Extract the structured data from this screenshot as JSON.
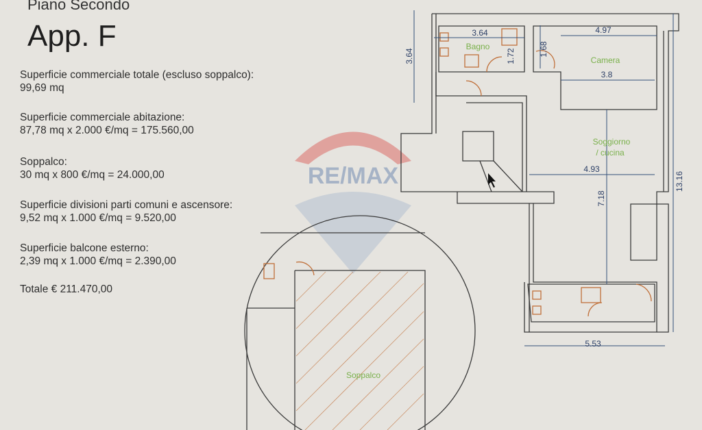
{
  "header": {
    "floor": "Piano Secondo",
    "apartment": "App. F"
  },
  "summary": [
    {
      "label": "Superficie commerciale totale (escluso soppalco):",
      "value": "99,69 mq"
    },
    {
      "label": "Superficie commerciale abitazione:",
      "value": "87,78 mq x 2.000 €/mq = 175.560,00"
    },
    {
      "label": "Soppalco:",
      "value": "30 mq x 800 €/mq = 24.000,00"
    },
    {
      "label": "Superficie divisioni parti comuni e ascensore:",
      "value": "9,52 mq x 1.000 €/mq = 9.520,00"
    },
    {
      "label": "Superficie balcone esterno:",
      "value": "2,39 mq x 1.000 €/mq = 2.390,00"
    }
  ],
  "total": "Totale € 211.470,00",
  "watermark": {
    "text": "RE/MAX",
    "color": "#d9534f"
  },
  "plan": {
    "rooms": {
      "bagno": "Bagno",
      "camera": "Camera",
      "soggiorno_1": "Soggiorno",
      "soggiorno_2": "/ cucina",
      "soppalco": "Soppalco"
    },
    "dimensions": {
      "bagno_width": "3.64",
      "left_height": "3.64",
      "bagno_height": "1.72",
      "corridor_height": "1.68",
      "camera_width": "4.97",
      "camera_inner": "3.8",
      "soggiorno_width": "4.93",
      "soggiorno_height": "7.18",
      "total_height": "13.16",
      "bottom_width": "5.53"
    },
    "colors": {
      "walls": "#3a3a3a",
      "dimensions": "#2c3f66",
      "room_labels": "#79b04a",
      "fixtures": "#c0703a"
    }
  }
}
